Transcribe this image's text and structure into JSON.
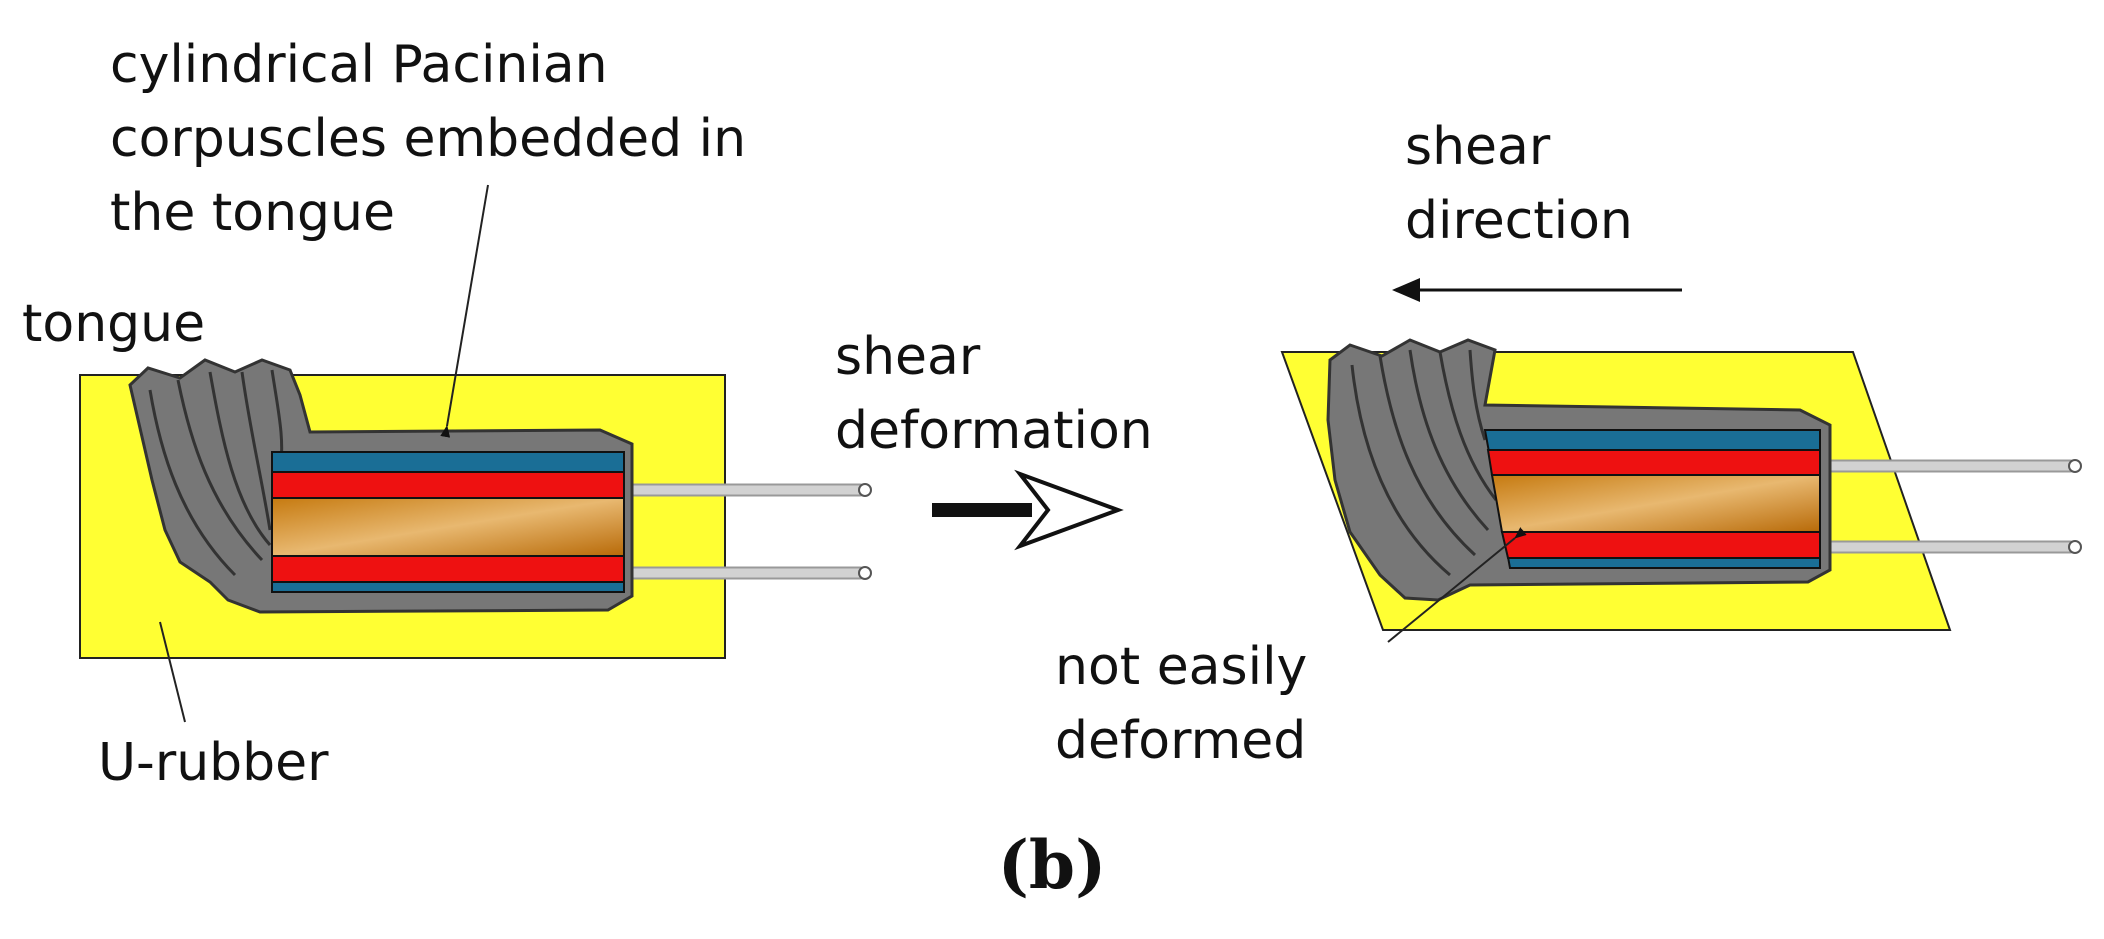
{
  "labels": {
    "pacinian": "cylindrical Pacinian\ncorpuscles embedded in\nthe tongue",
    "tongue": "tongue",
    "u_rubber": "U-rubber",
    "shear_deformation": "shear\ndeformation",
    "shear_direction": "shear\ndirection",
    "not_easily_deformed": "not easily\ndeformed",
    "caption": "(b)"
  },
  "colors": {
    "rubber": "#ffff33",
    "tongue": "#777777",
    "outer_layer": "#1a6e96",
    "inner_layer": "#ee1111",
    "core_dark": "#c67a10",
    "core_light": "#e8b870",
    "wire": "#c8c8c8"
  }
}
